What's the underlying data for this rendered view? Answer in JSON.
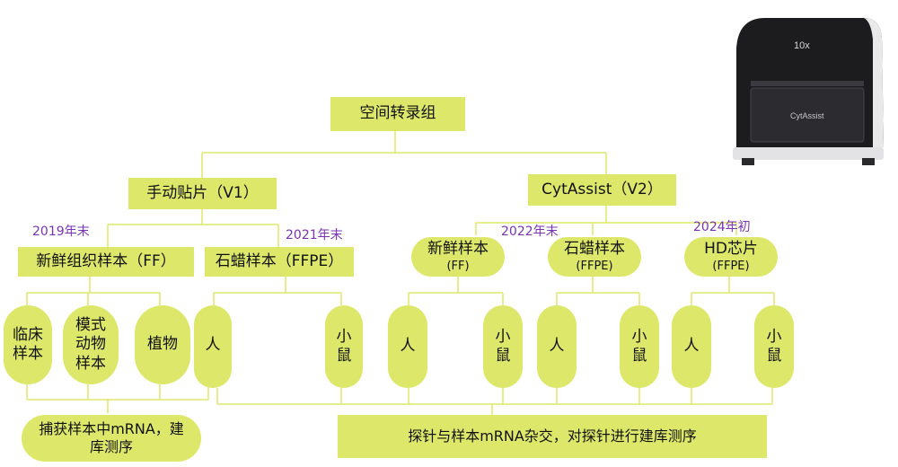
{
  "root": {
    "label": "空间转录组"
  },
  "branches": {
    "manual": {
      "label": "手动贴片（V1）"
    },
    "cytassist": {
      "label": "CytAssist（V2）"
    }
  },
  "manual_children": {
    "ff": {
      "label": "新鲜组织样本（FF）",
      "note": "2019年末"
    },
    "ffpe": {
      "label": "石蜡样本（FFPE）",
      "note": "2021年末"
    }
  },
  "cytassist_children": {
    "ff": {
      "line1": "新鲜样本",
      "line2": "(FF)",
      "note": "2022年末"
    },
    "ffpe": {
      "line1": "石蜡样本",
      "line2": "(FFPE)"
    },
    "hd": {
      "line1": "HD芯片",
      "line2": "(FFPE)",
      "note": "2024年初"
    }
  },
  "leaves": {
    "clinical": "临床样本",
    "model_animal": "模式动物样本",
    "plant": "植物",
    "human": "人",
    "mouse": "小鼠"
  },
  "methods": {
    "capture": "捕获样本中mRNA，建库测序",
    "probe": "探针与样本mRNA杂交，对探针进行建库测序"
  },
  "device": {
    "brand": "10x",
    "name": "CytAssist"
  }
}
